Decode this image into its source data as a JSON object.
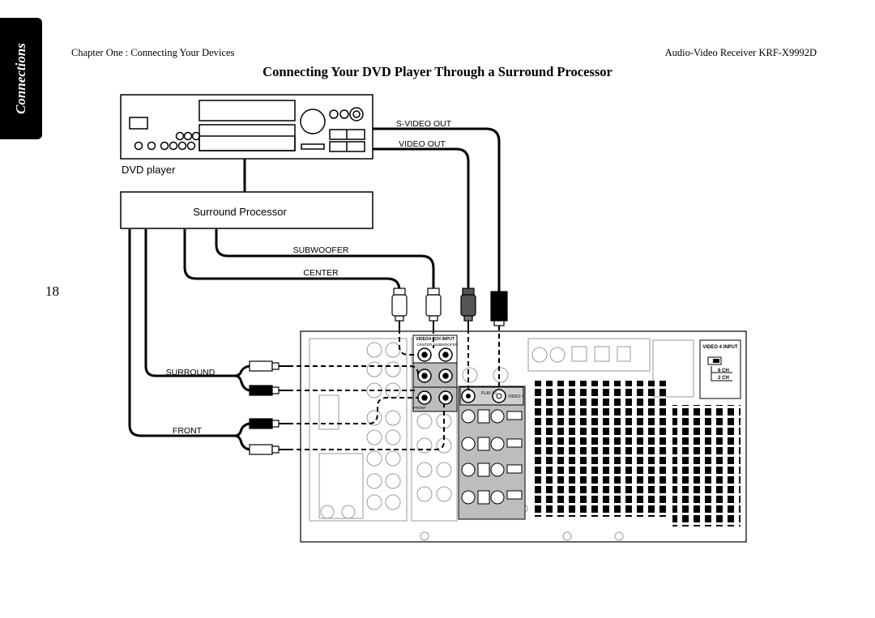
{
  "side_tab": {
    "label": "Connections"
  },
  "header": {
    "left": "Chapter One : Connecting Your Devices",
    "right": "Audio-Video Receiver KRF-X9992D"
  },
  "title": "Connecting Your DVD Player Through a Surround Processor",
  "page_number": "18",
  "devices": {
    "dvd_player": "DVD player",
    "surround_processor": "Surround Processor"
  },
  "cable_labels": {
    "s_video_out": "S-VIDEO OUT",
    "video_out": "VIDEO OUT",
    "subwoofer": "SUBWOOFER",
    "center": "CENTER",
    "surround": "SURROUND",
    "front": "FRONT"
  },
  "receiver_labels": {
    "video4_6ch_input": "VIDEO4 6CH INPUT",
    "center_jack": "CENTER",
    "subwoofer_jack": "SUBWOOFER",
    "front_jack": "FRONT",
    "play_in": "PLAY IN",
    "video4": "VIDEO 4",
    "video4_input_title": "VIDEO 4 INPUT",
    "switch_6ch": "6 CH",
    "switch_2ch": "2 CH"
  },
  "colors": {
    "line": "#000000",
    "panel_grey": "#bdbdbd",
    "light_grey": "#9a9a9a"
  }
}
